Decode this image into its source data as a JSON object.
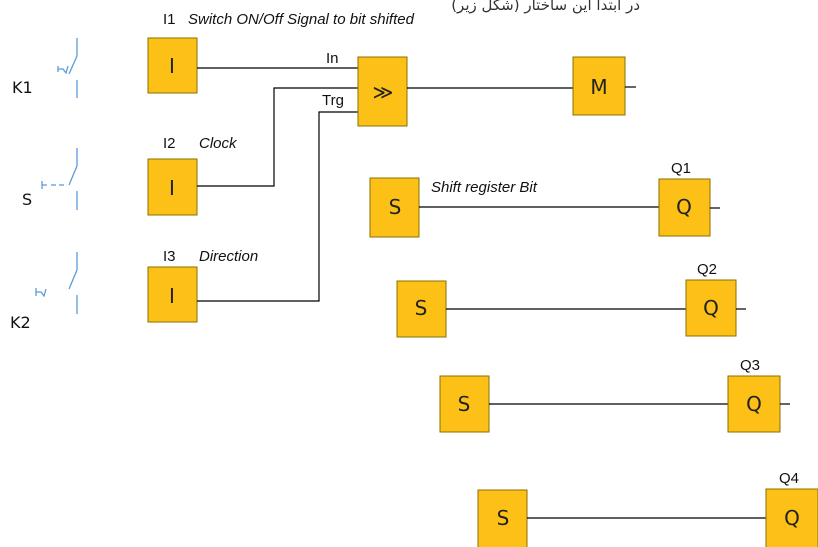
{
  "top_caption": "در ابتدا این ساختار (شکل زیر)",
  "switches": [
    {
      "label": "K1"
    },
    {
      "label": "S"
    },
    {
      "label": "K2"
    }
  ],
  "inputs": [
    {
      "id": "I1",
      "text": "Switch ON/Off  Signal to bit shifted",
      "symbol": "I"
    },
    {
      "id": "I2",
      "text": "Clock",
      "symbol": "I"
    },
    {
      "id": "I3",
      "text": "Direction",
      "symbol": "I"
    }
  ],
  "shift_block": {
    "symbol": "≫",
    "in_label": "In",
    "trg_label": "Trg"
  },
  "marker": {
    "symbol": "M"
  },
  "register_caption": "Shift register Bit",
  "outputs": [
    {
      "source_symbol": "S",
      "symbol": "Q",
      "label": "Q1"
    },
    {
      "source_symbol": "S",
      "symbol": "Q",
      "label": "Q2"
    },
    {
      "source_symbol": "S",
      "symbol": "Q",
      "label": "Q3"
    },
    {
      "source_symbol": "S",
      "symbol": "Q",
      "label": "Q4"
    }
  ],
  "colors": {
    "block_fill": "#fcc016",
    "switch_symbol": "#5b9bd5"
  }
}
